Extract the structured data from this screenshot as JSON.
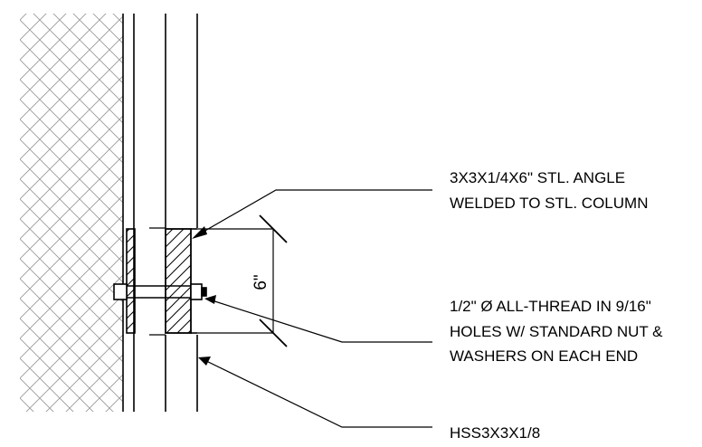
{
  "detail": {
    "dimension": "6\"",
    "callouts": [
      {
        "id": "angle",
        "lines": [
          "3X3X1/4X6\" STL. ANGLE",
          "WELDED TO STL. COLUMN"
        ]
      },
      {
        "id": "rod",
        "lines": [
          "1/2\" Ø ALL-THREAD IN 9/16\"",
          "HOLES W/ STANDARD NUT &",
          "WASHERS ON EACH END"
        ]
      },
      {
        "id": "hss",
        "lines": [
          "HSS3X3X1/8"
        ]
      }
    ]
  }
}
